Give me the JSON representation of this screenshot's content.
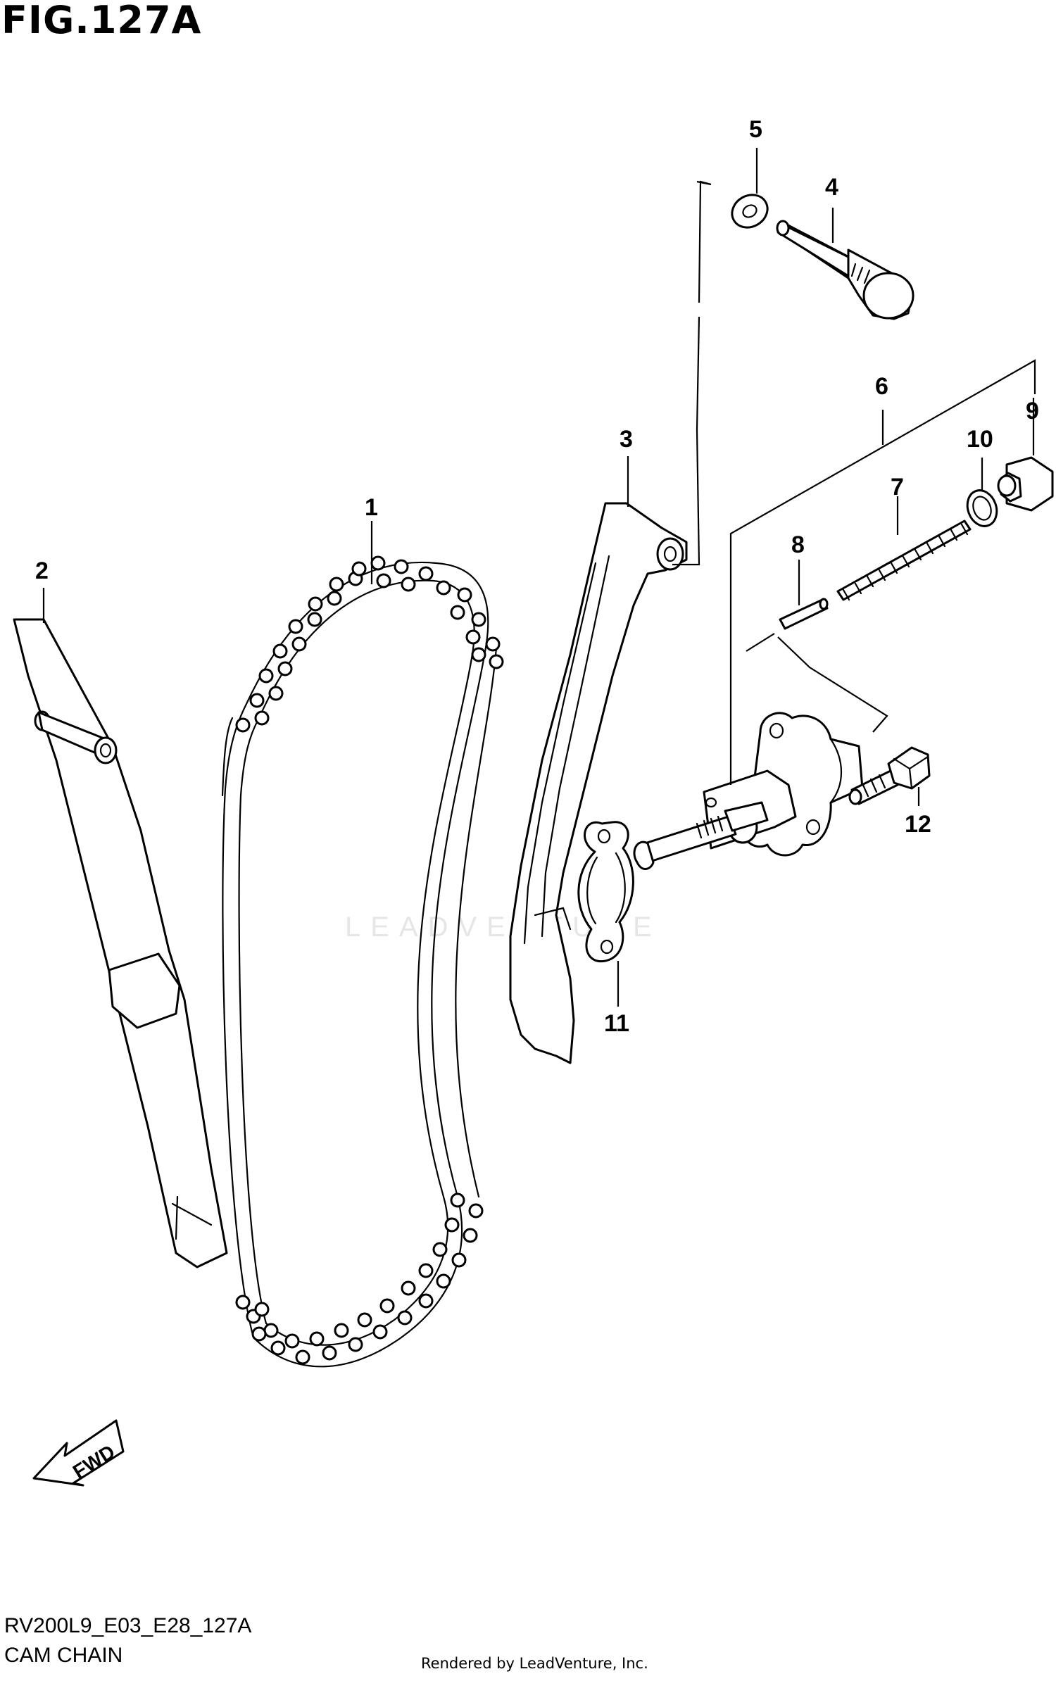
{
  "figure": {
    "title": "FIG.127A",
    "code": "RV200L9_E03_E28_127A",
    "name": "CAM CHAIN",
    "credit": "Rendered by LeadVenture, Inc.",
    "watermark": "LEADVENTURE"
  },
  "callouts": [
    "1",
    "2",
    "3",
    "4",
    "5",
    "6",
    "7",
    "8",
    "9",
    "10",
    "11",
    "12"
  ],
  "fwd_label": "FWD",
  "colors": {
    "ink": "#000000",
    "paper": "#ffffff",
    "watermark": "#e6e6e6"
  }
}
